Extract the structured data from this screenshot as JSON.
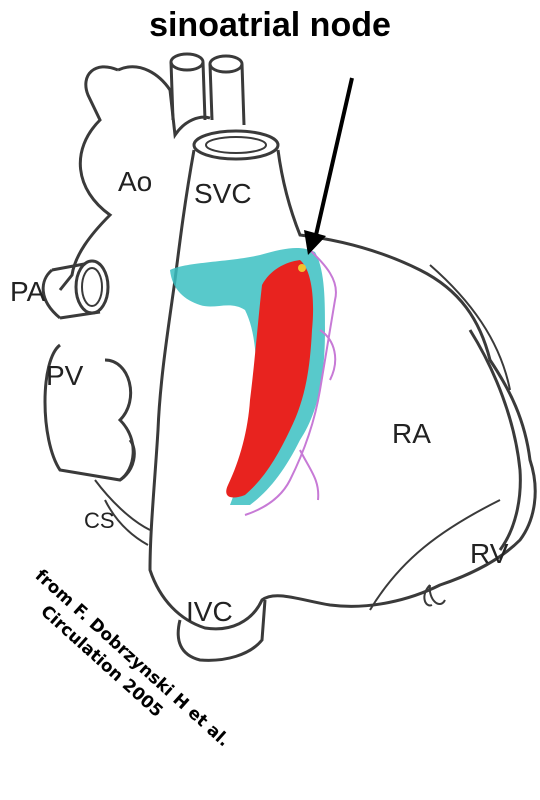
{
  "title": "sinoatrial node",
  "labels": {
    "ao": "Ao",
    "svc": "SVC",
    "pa": "PA",
    "pv": "PV",
    "ra": "RA",
    "cs": "CS",
    "ivc": "IVC",
    "rv": "RV"
  },
  "credit": {
    "line1": "from F. Dobrzynski H et al.",
    "line2": "Circulation 2005"
  },
  "colors": {
    "outline": "#3a3a3a",
    "node_red": "#e8231f",
    "node_teal": "#3bbfc2",
    "nerve_purple": "#c77ad6",
    "arrow": "#000000"
  }
}
